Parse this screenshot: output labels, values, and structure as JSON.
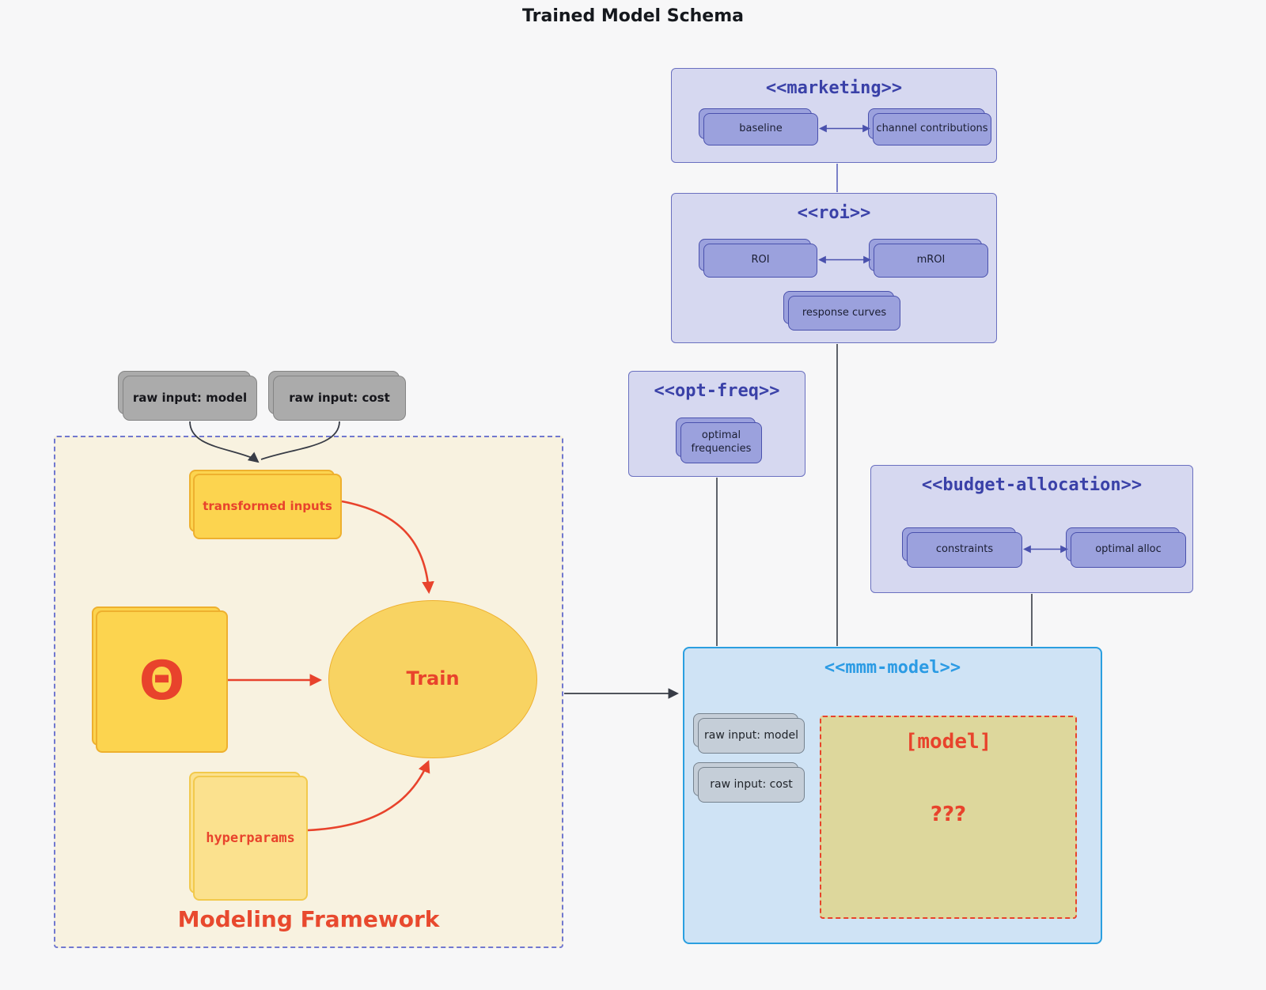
{
  "title": "Trained Model Schema",
  "packages": {
    "marketing": {
      "title": "<<marketing>>",
      "baseline": "baseline",
      "channel_contributions": "channel contributions"
    },
    "roi": {
      "title": "<<roi>>",
      "roi": "ROI",
      "mroi": "mROI",
      "response_curves": "response curves"
    },
    "opt_freq": {
      "title": "<<opt-freq>>",
      "optimal_frequencies": "optimal frequencies"
    },
    "budget_allocation": {
      "title": "<<budget-allocation>>",
      "constraints": "constraints",
      "optimal_alloc": "optimal alloc"
    },
    "mmm_model": {
      "title": "<<mmm-model>>",
      "raw_input_model": "raw input: model",
      "raw_input_cost": "raw input: cost",
      "model_label": "[model]",
      "model_unknown": "???"
    }
  },
  "raw_inputs": {
    "model": "raw input: model",
    "cost": "raw input: cost"
  },
  "framework": {
    "label": "Modeling Framework",
    "transformed_inputs": "transformed inputs",
    "theta": "Θ",
    "train": "Train",
    "hyperparams": "hyperparams"
  },
  "colors": {
    "package_fill": "#d6d8f0",
    "package_border": "#6a70c0",
    "package_title": "#3a41a8",
    "node_purple_fill": "#9ba1dd",
    "node_purple_border": "#4a51ad",
    "mmm_fill": "#cfe3f5",
    "mmm_border": "#2b9fe0",
    "mmm_title": "#2b9be4",
    "yellow_fill": "#fcd44f",
    "yellow_border": "#eeb02e",
    "hyperparams_fill": "#fbe18e",
    "khaki_fill": "#ddd79c",
    "red_accent": "#e8432c",
    "gray_fill": "#ababab",
    "grayblue_fill": "#c5ced8",
    "framework_fill": "#f8f2e0",
    "framework_border": "#7178cf",
    "edge_dark": "#383c46",
    "edge_purple": "#7b81c9",
    "background": "#f7f7f8"
  }
}
